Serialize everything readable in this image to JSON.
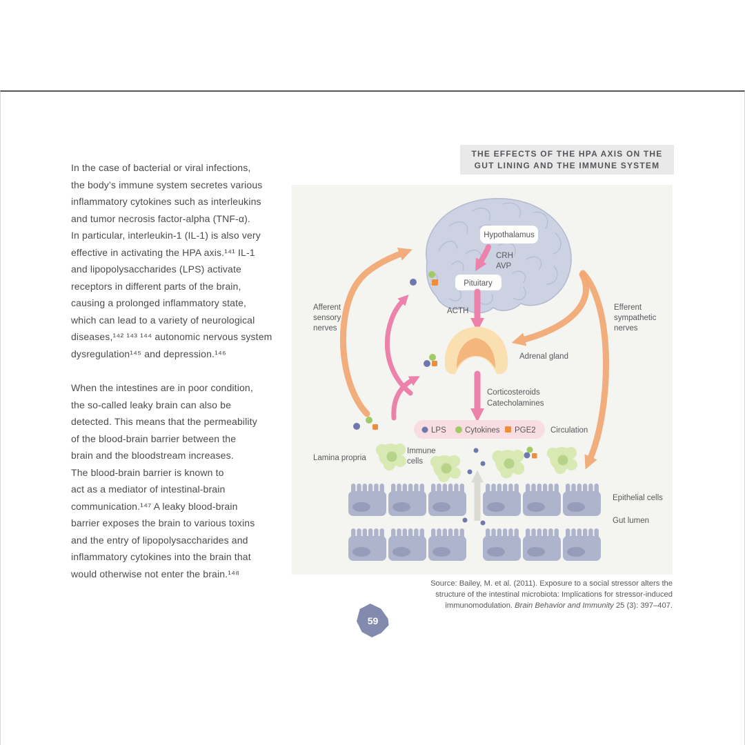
{
  "page": {
    "number": "59"
  },
  "article": {
    "paragraph1": "In the case of bacterial or viral infections,\nthe body’s immune system secretes various\ninflammatory cytokines such as interleukins\nand tumor necrosis factor-alpha (TNF-α).\nIn particular, interleukin-1 (IL-1) is also very\neffective in activating the HPA axis.¹⁴¹ IL-1\nand lipopolysaccharides (LPS) activate\nreceptors in different parts of the brain,\ncausing a prolonged inflammatory state,\nwhich can lead to a variety of neurological\ndiseases,¹⁴² ¹⁴³ ¹⁴⁴ autonomic nervous system\ndysregulation¹⁴⁵ and depression.¹⁴⁶",
    "paragraph2": "When the intestines are in poor condition,\nthe so-called leaky brain can also be\ndetected. This means that the permeability\nof the blood-brain barrier between the\nbrain and the bloodstream increases.\nThe blood-brain barrier is known to\nact as a mediator of intestinal-brain\ncommunication.¹⁴⁷ A leaky blood-brain\nbarrier exposes the brain to various toxins\nand the entry of lipopolysaccharides and\ninflammatory cytokines into the brain that\nwould otherwise not enter the brain.¹⁴⁸"
  },
  "figure": {
    "title": "THE EFFECTS OF THE HPA AXIS ON THE\nGUT LINING AND THE IMMUNE SYSTEM",
    "source": {
      "text": "Source: Bailey, M. et al. (2011). Exposure to a social stressor alters the\nstructure of the intestinal microbiota: Implications for stressor-induced\nimmunomodulation. ",
      "italic": "Brain Behavior and Immunity",
      "tail": " 25 (3): 397–407."
    },
    "labels": {
      "hypothalamus": "Hypothalamus",
      "crh": "CRH",
      "avp": "AVP",
      "pituitary": "Pituitary",
      "acth": "ACTH",
      "afferent1": "Afferent",
      "afferent2": "sensory",
      "afferent3": "nerves",
      "efferent1": "Efferent",
      "efferent2": "sympathetic",
      "efferent3": "nerves",
      "adrenal_gland": "Adrenal gland",
      "cortico1": "Corticosteroids",
      "cortico2": "Catecholamines",
      "lps": "LPS",
      "cytokines": "Cytokines",
      "pge2": "PGE2",
      "circulation": "Circulation",
      "lamina_propria": "Lamina propria",
      "immune1": "Immune",
      "immune2": "cells",
      "epithelial_cells": "Epithelial cells",
      "gut_lumen": "Gut lumen"
    },
    "colors": {
      "pink": "#ec82ab",
      "orange": "#f2a873",
      "gray_arrow": "#dbdbd4",
      "brain": "#cdd2e2",
      "adrenal_outer": "#fae0b0",
      "adrenal_inner": "#f1ae73",
      "legend_bg": "#f8dde3",
      "lps_dot": "#6f78aa",
      "cytokines_dot": "#a2ca67",
      "pge2_square": "#ee8d3d",
      "immune_cell": "#d9e9b4",
      "immune_nucleus": "#b7d289",
      "epithelial_cell": "#adb4cb",
      "epithelial_nucleus": "#9198b7",
      "badge": "#828bae"
    }
  }
}
